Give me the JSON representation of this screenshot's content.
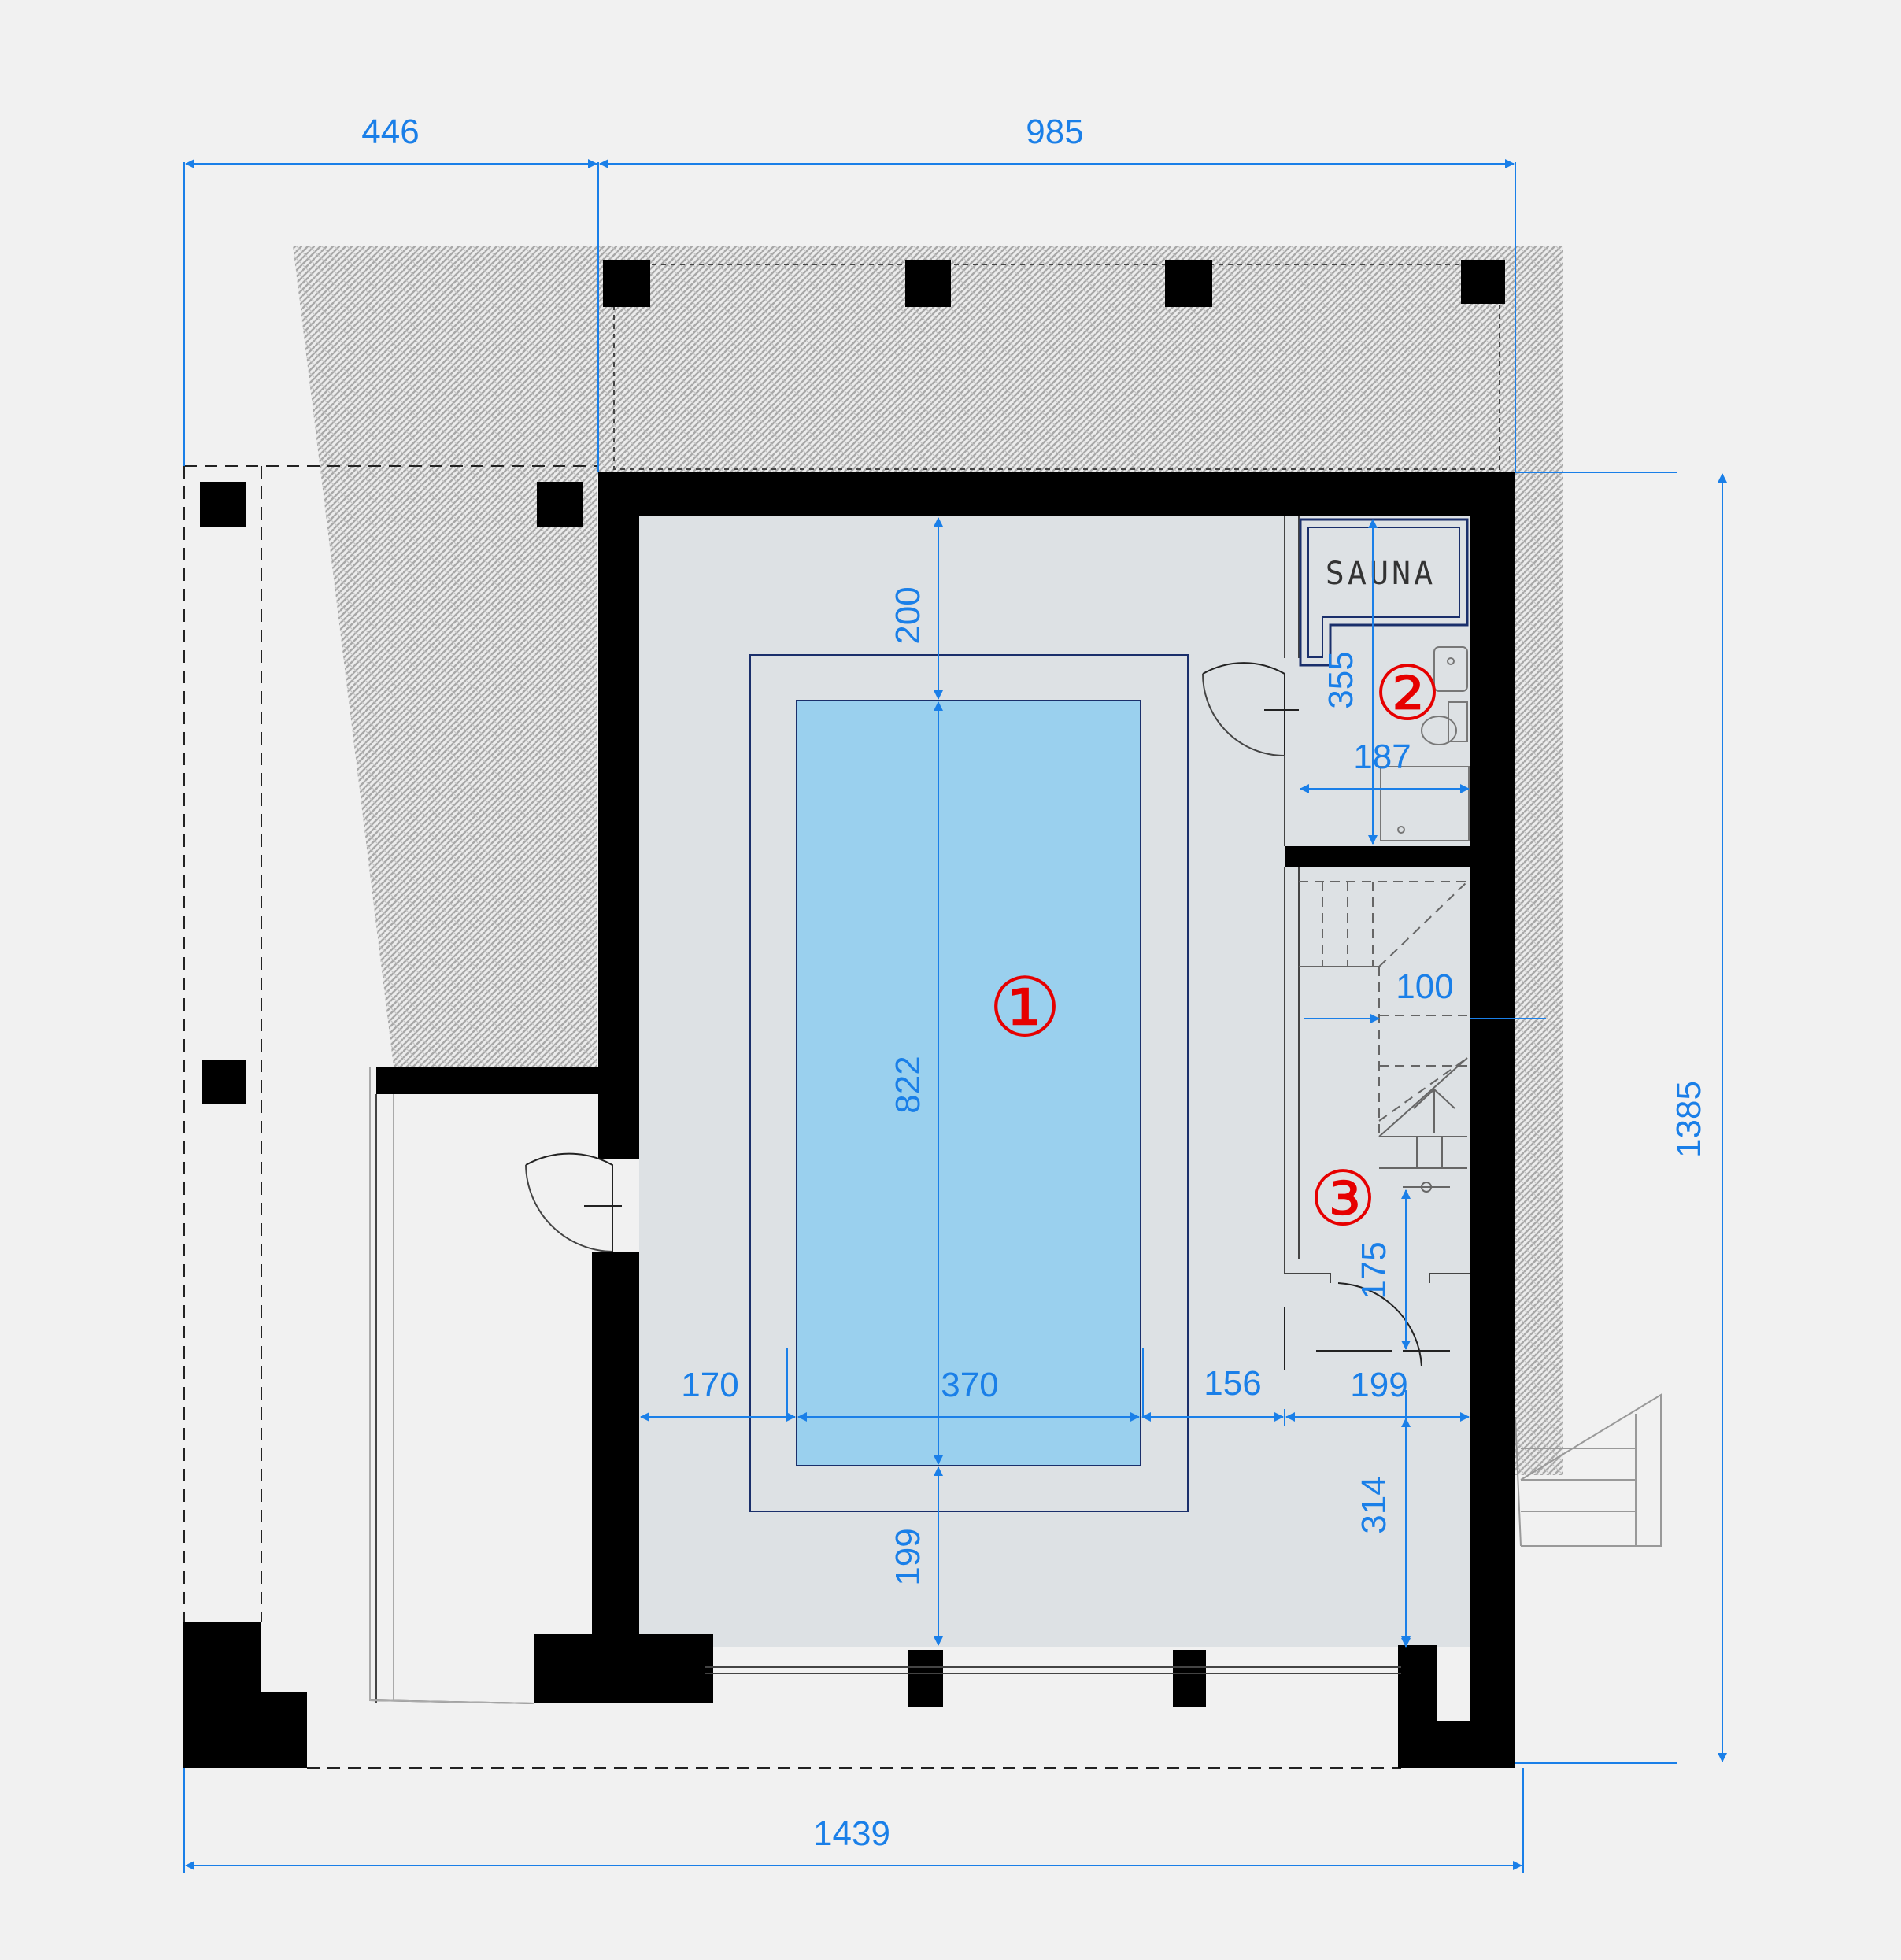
{
  "colors": {
    "dimension": "#1a7fe8",
    "wall": "#000000",
    "floor": "#dde1e4",
    "pool": "#9ad0ee",
    "hatch": "#a8a8a8",
    "marker": "#e60000",
    "background": "#f1f1f1"
  },
  "dimensions": {
    "top_left_width": "446",
    "top_right_width": "985",
    "bottom_total_width": "1439",
    "right_total_height": "1385",
    "pool_top_gap": "200",
    "pool_length": "822",
    "pool_bottom_gap": "199",
    "pool_left_gap": "170",
    "pool_width": "370",
    "pool_right_gap": "156",
    "right_room_width": "199",
    "lower_right_depth": "314",
    "sauna_depth": "355",
    "sauna_room_width": "187",
    "stair_width": "100",
    "door_depth": "175"
  },
  "rooms": {
    "sauna_label": "SAUNA"
  },
  "markers": {
    "pool": "①",
    "sauna_bath": "②",
    "stairs": "③"
  }
}
